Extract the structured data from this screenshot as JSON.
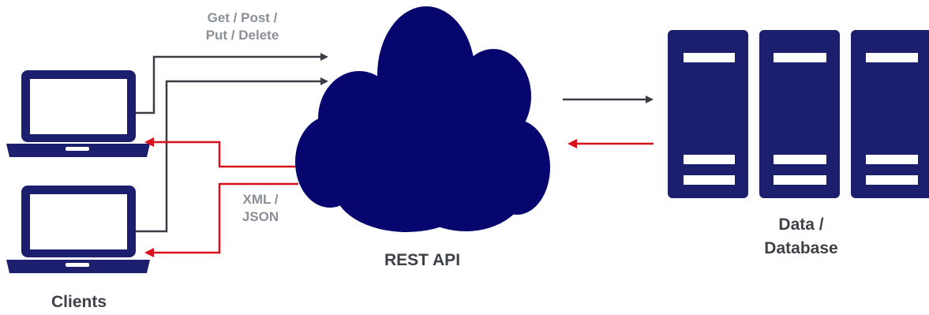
{
  "colors": {
    "navy": "#1c1f6e",
    "cloud": "#06066e",
    "request_arrow": "#3a3d44",
    "response_arrow": "#d8101c",
    "label_gray": "#8a8f98",
    "label_dark": "#3d4249",
    "white": "#ffffff"
  },
  "labels": {
    "requests": [
      "Get / Post /",
      "Put / Delete"
    ],
    "responses": [
      "XML /",
      "JSON"
    ],
    "rest_api": "REST API",
    "database": [
      "Data /",
      "Database"
    ],
    "clients": "Clients"
  },
  "icons": {
    "client": "laptop-icon",
    "api": "cloud-icon",
    "data": "server-icon"
  }
}
